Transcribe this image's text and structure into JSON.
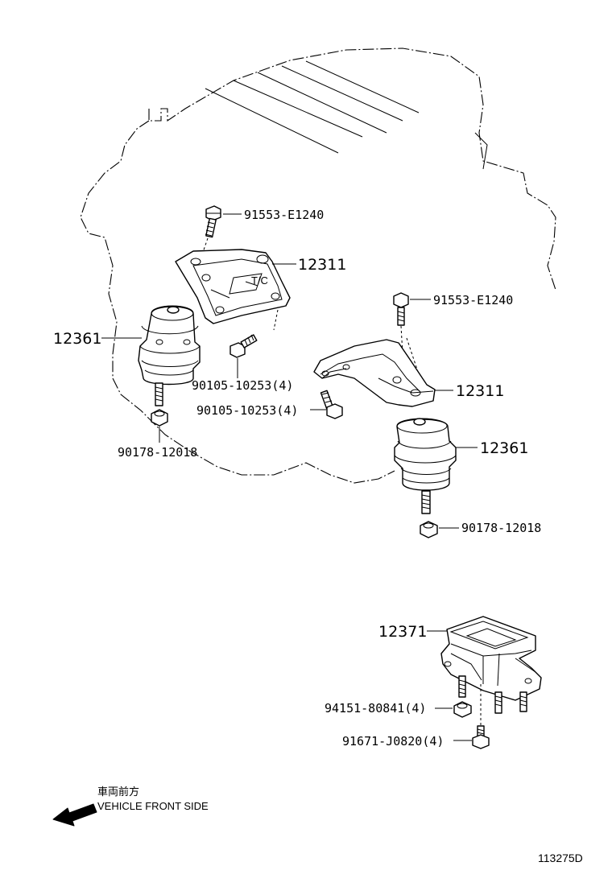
{
  "labels": {
    "bolt_top_left": "91553-E1240",
    "bracket_top_left": "12311",
    "mount_left": "12361",
    "bolt_mid_left": "90105-10253(4)",
    "nut_left": "90178-12018",
    "bolt_top_right": "91553-E1240",
    "bolt_mid_right": "90105-10253(4)",
    "bracket_right": "12311",
    "mount_right": "12361",
    "nut_right": "90178-12018",
    "rear_mount": "12371",
    "rear_nut": "94151-80841(4)",
    "rear_bolt": "91671-J0820(4)"
  },
  "direction": {
    "japanese": "車両前方",
    "english": "VEHICLE FRONT SIDE"
  },
  "diagram_code": "113275D"
}
